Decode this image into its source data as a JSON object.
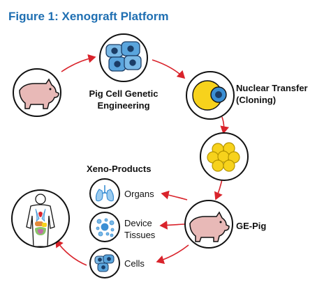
{
  "figure": {
    "title": "Figure 1: Xenograft Platform"
  },
  "steps": {
    "pig_cell_genetic_engineering": {
      "line1": "Pig Cell Genetic",
      "line2": "Engineering"
    },
    "nuclear_transfer": {
      "line1": "Nuclear Transfer",
      "line2": "(Cloning)"
    },
    "ge_pig": "GE-Pig"
  },
  "xeno_products": {
    "heading": "Xeno-Products",
    "items": [
      {
        "label": "Organs"
      },
      {
        "label_line1": "Device",
        "label_line2": "Tissues"
      },
      {
        "label": "Cells"
      }
    ]
  },
  "colors": {
    "title": "#1f6fb2",
    "arrow": "#d9232b",
    "pig": "#e8b9b7",
    "cell_blue": "#3b8fd4",
    "egg_yellow": "#f7d21c"
  },
  "icons": [
    "pig-icon",
    "cells-icon",
    "egg-nucleus-icon",
    "embryo-icon",
    "pig-icon",
    "lungs-icon",
    "tissue-dots-icon",
    "cells-icon",
    "human-body-icon"
  ]
}
